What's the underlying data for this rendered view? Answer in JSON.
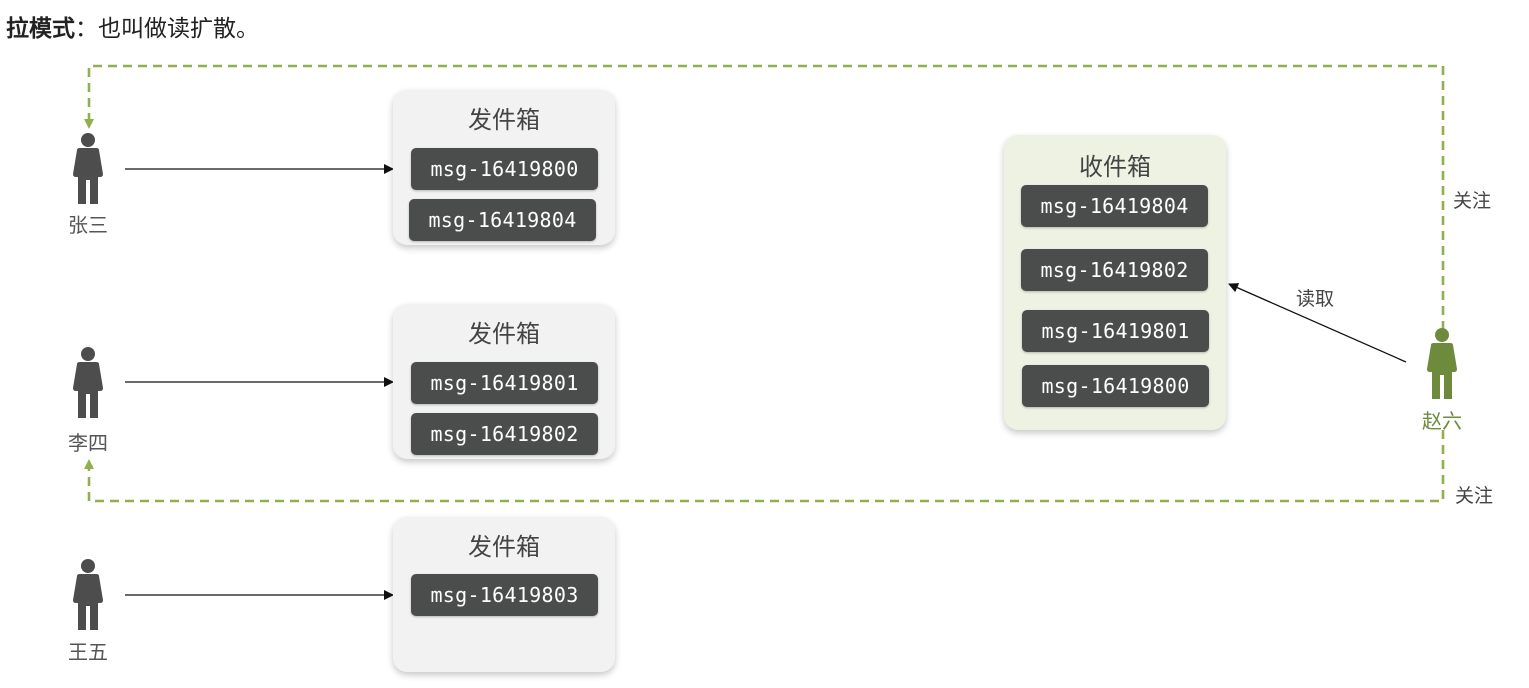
{
  "heading": {
    "bold": "拉模式",
    "rest": "：也叫做读扩散。"
  },
  "people": {
    "zhangsan": "张三",
    "lisi": "李四",
    "wangwu": "王五",
    "zhaoliu": "赵六"
  },
  "outboxes": [
    {
      "title": "发件箱",
      "messages": [
        "msg-16419800",
        "msg-16419804"
      ]
    },
    {
      "title": "发件箱",
      "messages": [
        "msg-16419801",
        "msg-16419802"
      ]
    },
    {
      "title": "发件箱",
      "messages": [
        "msg-16419803"
      ]
    }
  ],
  "inbox": {
    "title": "收件箱",
    "messages": [
      "msg-16419804",
      "msg-16419802",
      "msg-16419801",
      "msg-16419800"
    ]
  },
  "edges": {
    "read": "读取",
    "follow_top": "关注",
    "follow_bottom": "关注"
  },
  "colors": {
    "person_gray": "#4d4d4d",
    "person_green": "#6e8b3d",
    "dashed_green": "#8fb04f",
    "msg_bg": "#4a4d4c"
  }
}
